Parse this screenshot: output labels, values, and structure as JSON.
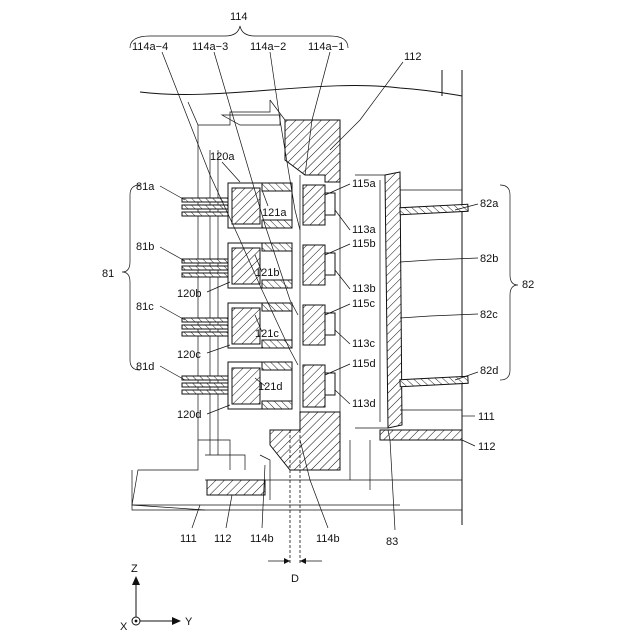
{
  "labels": {
    "l114": "114",
    "l114a4": "114a−4",
    "l114a3": "114a−3",
    "l114a2": "114a−2",
    "l114a1": "114a−1",
    "l112top": "112",
    "l120a": "120a",
    "l81a": "81a",
    "l121a": "121a",
    "l115a": "115a",
    "l82a": "82a",
    "l113a": "113a",
    "l81b": "81b",
    "l115b": "115b",
    "l82b": "82b",
    "l121b": "121b",
    "l113b": "113b",
    "l81": "81",
    "l120b": "120b",
    "l115c": "115c",
    "l82": "82",
    "l82c": "82c",
    "l81c": "81c",
    "l121c": "121c",
    "l113c": "113c",
    "l120c": "120c",
    "l81d": "81d",
    "l115d": "115d",
    "l82d": "82d",
    "l121d": "121d",
    "l113d": "113d",
    "l120d": "120d",
    "l111right": "111",
    "l112right": "112",
    "l111bottom": "111",
    "l112bottom": "112",
    "l114b_left": "114b",
    "l114b_right": "114b",
    "l83": "83",
    "lD": "D",
    "axisZ": "Z",
    "axisX": "X",
    "axisY": "Y"
  }
}
